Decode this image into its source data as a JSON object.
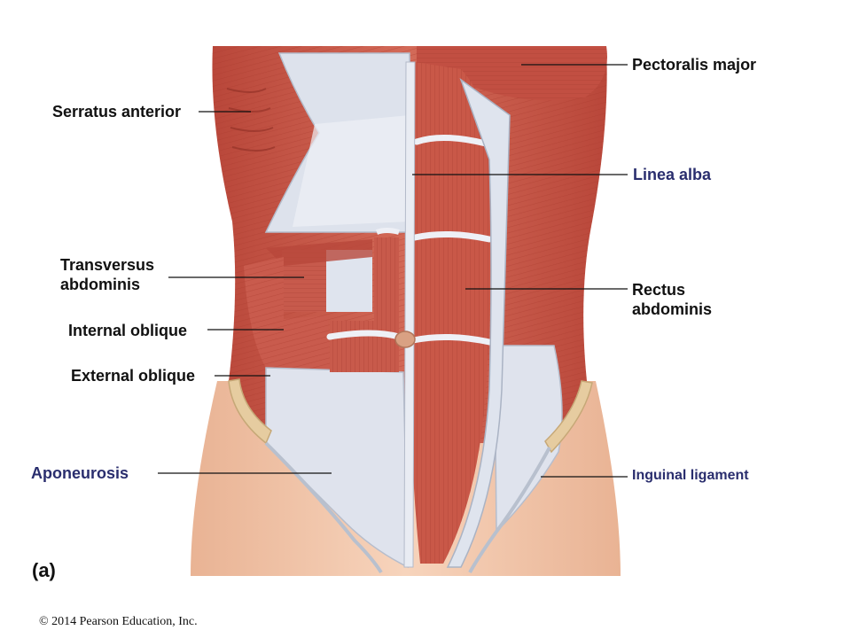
{
  "labels": {
    "pectoralis_major": "Pectoralis major",
    "serratus_anterior": "Serratus anterior",
    "linea_alba": "Linea alba",
    "transversus_abdominis": "Transversus abdominis",
    "rectus_abdominis": "Rectus abdominis",
    "internal_oblique": "Internal oblique",
    "external_oblique": "External oblique",
    "aponeurosis": "Aponeurosis",
    "inguinal_ligament": "Inguinal ligament"
  },
  "panel_letter": "(a)",
  "copyright": "© 2014 Pearson Education, Inc.",
  "colors": {
    "muscle": "#c9584a",
    "muscle_dark": "#a43a30",
    "muscle_light": "#e08a78",
    "aponeurosis": "#dfe3ee",
    "skin": "#f2c6a8",
    "bone": "#e8cfa4",
    "label_accent": "#2a2e6e"
  }
}
